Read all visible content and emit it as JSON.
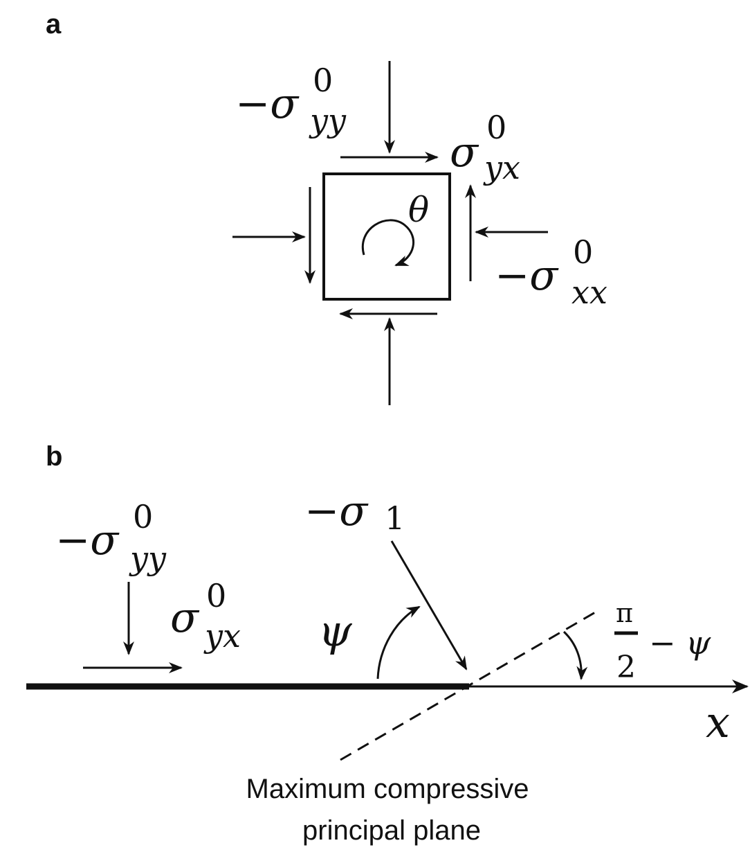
{
  "panel_a": {
    "label": "a",
    "sigma_yy": {
      "minus": "−",
      "sym": "σ",
      "sup": "0",
      "sub": "yy"
    },
    "sigma_yx": {
      "sym": "σ",
      "sup": "0",
      "sub": "yx"
    },
    "sigma_xx": {
      "minus": "−",
      "sym": "σ",
      "sup": "0",
      "sub": "xx"
    },
    "theta": "θ"
  },
  "panel_b": {
    "label": "b",
    "sigma_yy": {
      "minus": "−",
      "sym": "σ",
      "sup": "0",
      "sub": "yy"
    },
    "sigma_yx": {
      "sym": "σ",
      "sup": "0",
      "sub": "yx"
    },
    "sigma_1": {
      "minus": "−",
      "sym": "σ",
      "sub": "1"
    },
    "psi": "ψ",
    "complement": {
      "numerator": "π",
      "denominator": "2",
      "rest": "− ψ"
    },
    "x_axis": "x",
    "plane_caption": [
      "Maximum compressive",
      "principal plane"
    ]
  }
}
